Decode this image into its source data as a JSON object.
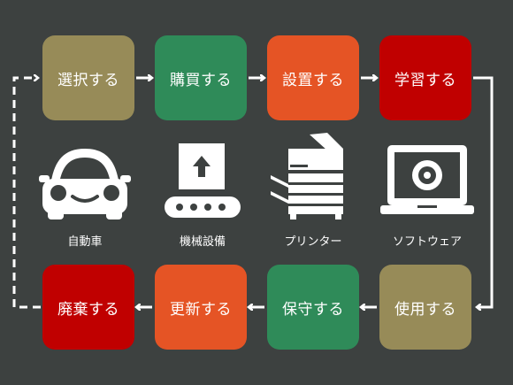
{
  "colors": {
    "background": "#3d4140",
    "olive": "#978b58",
    "green": "#2f8b59",
    "orange": "#e55425",
    "red": "#c00000",
    "line": "#ffffff"
  },
  "top_row": [
    {
      "label": "選択する",
      "color": "#978b58"
    },
    {
      "label": "購買する",
      "color": "#2f8b59"
    },
    {
      "label": "設置する",
      "color": "#e55425"
    },
    {
      "label": "学習する",
      "color": "#c00000"
    }
  ],
  "bottom_row": [
    {
      "label": "廃棄する",
      "color": "#c00000"
    },
    {
      "label": "更新する",
      "color": "#e55425"
    },
    {
      "label": "保守する",
      "color": "#2f8b59"
    },
    {
      "label": "使用する",
      "color": "#978b58"
    }
  ],
  "products": [
    {
      "label": "自動車",
      "icon": "car-icon"
    },
    {
      "label": "機械設備",
      "icon": "conveyor-machine-icon"
    },
    {
      "label": "プリンター",
      "icon": "printer-icon"
    },
    {
      "label": "ソフトウェア",
      "icon": "laptop-disc-icon"
    }
  ]
}
